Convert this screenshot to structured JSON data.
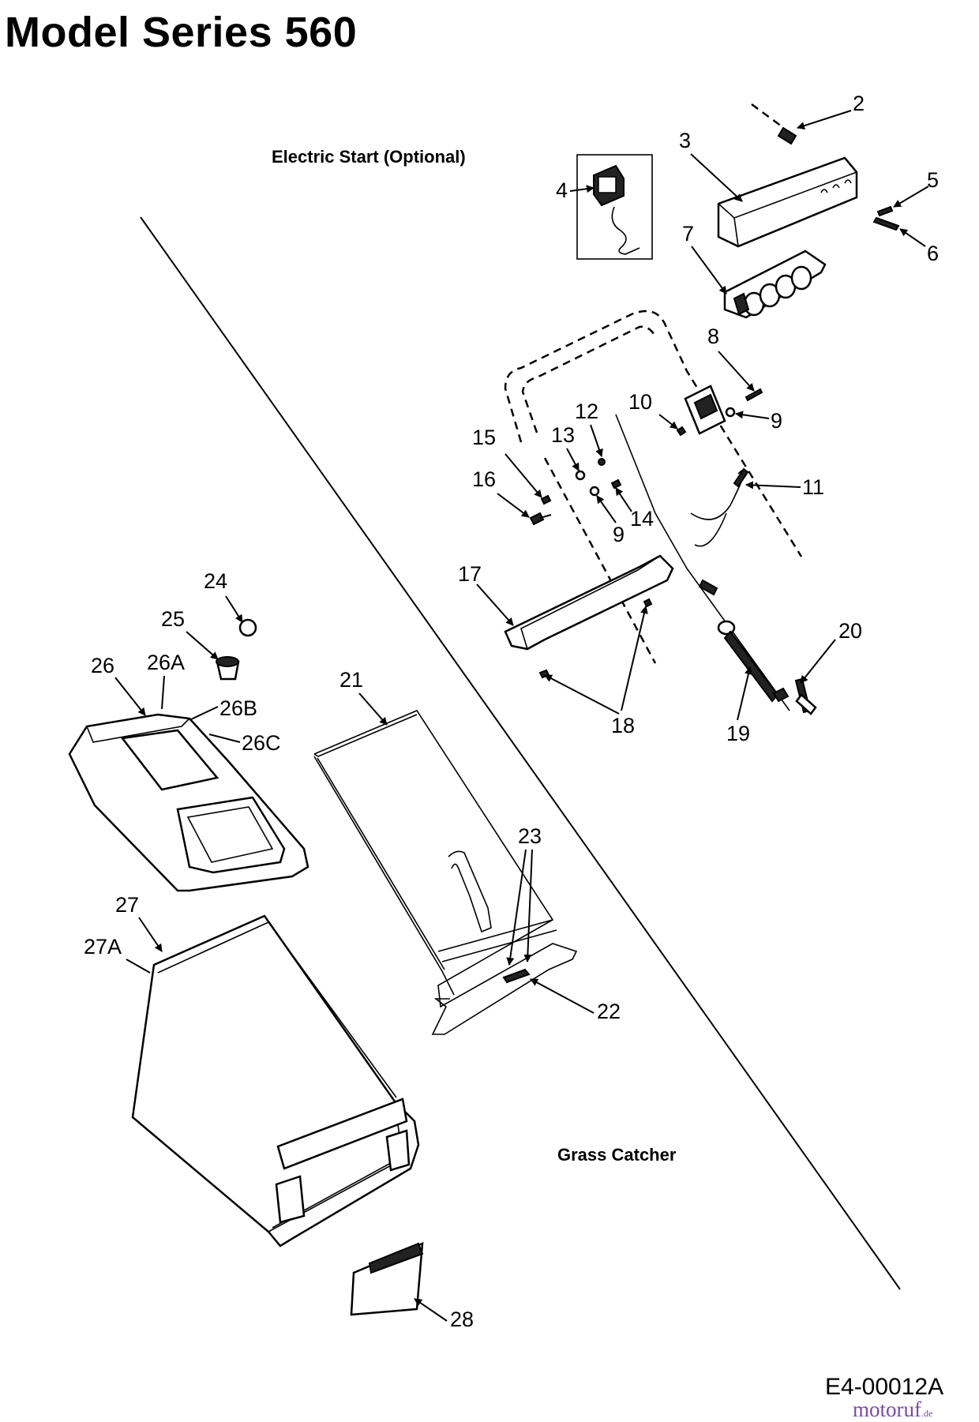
{
  "title": "Model Series 560",
  "sections": {
    "electric_start": "Electric Start (Optional)",
    "grass_catcher": "Grass Catcher"
  },
  "diagram_code": "E4-00012A",
  "watermark": {
    "brand": "motoruf",
    "suffix": ".de"
  },
  "callouts": [
    "2",
    "3",
    "4",
    "5",
    "6",
    "7",
    "8",
    "9",
    "10",
    "11",
    "12",
    "13",
    "14",
    "15",
    "16",
    "9",
    "17",
    "18",
    "19",
    "20",
    "21",
    "22",
    "23",
    "24",
    "25",
    "26",
    "26A",
    "26B",
    "26C",
    "27",
    "27A",
    "28"
  ]
}
